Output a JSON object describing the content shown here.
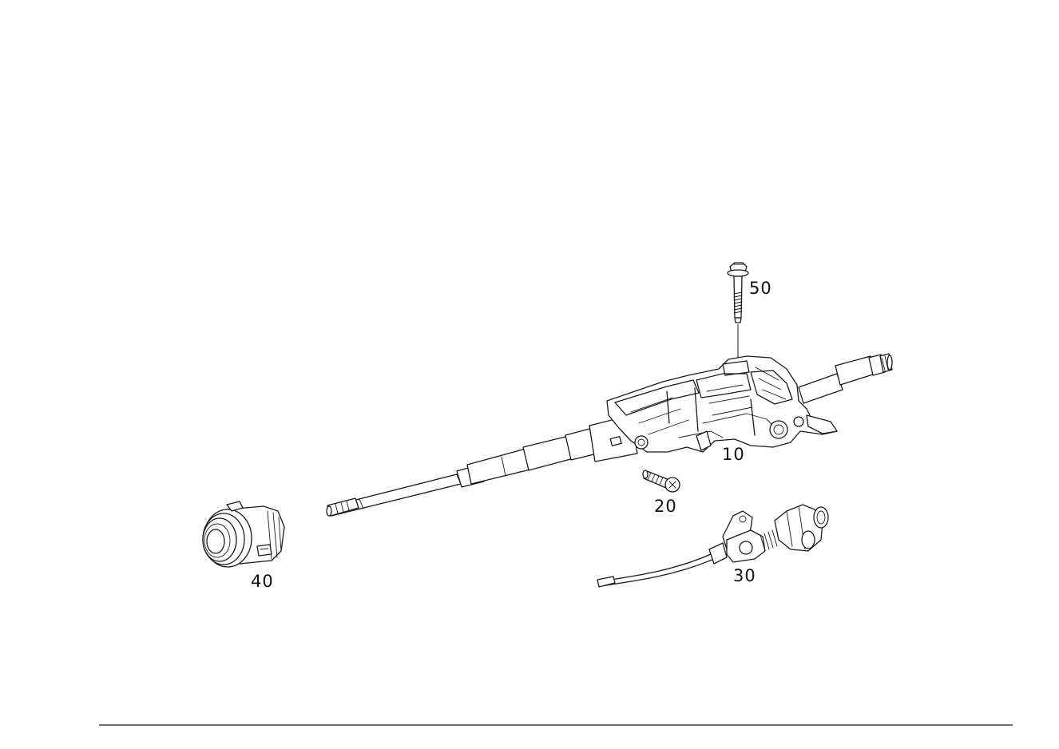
{
  "parts": [
    {
      "id": "steering-column",
      "label": "10"
    },
    {
      "id": "screw",
      "label": "20"
    },
    {
      "id": "cable-lock",
      "label": "30"
    },
    {
      "id": "clock-spring",
      "label": "40"
    },
    {
      "id": "bolt",
      "label": "50"
    }
  ],
  "colors": {
    "line": "#1a1a1a",
    "background": "#ffffff"
  }
}
